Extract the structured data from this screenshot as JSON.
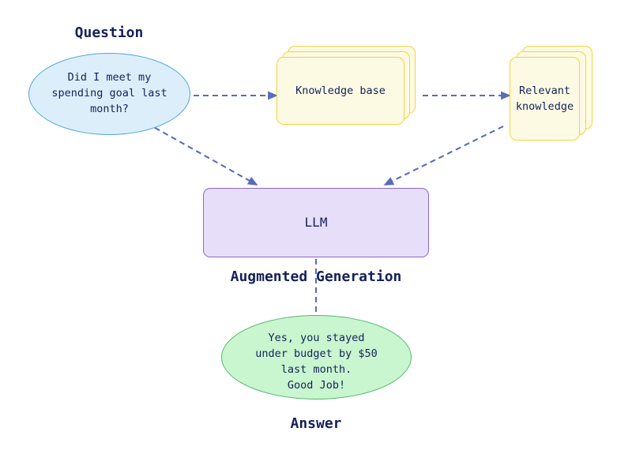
{
  "diagram": {
    "title": "Retrieval Augmented Generation flow",
    "background_color": "#ffffff",
    "text_color": "#14215a",
    "edge_color": "#5a6bbd"
  },
  "captions": {
    "question": "Question",
    "augmented_generation": "Augmented Generation",
    "answer": "Answer"
  },
  "nodes": {
    "question": {
      "label": "Did I meet my\nspending goal last\nmonth?",
      "shape": "ellipse",
      "fill": "#ddeefb",
      "stroke": "#4ea3e0"
    },
    "knowledge_base": {
      "label": "Knowledge base",
      "shape": "stacked-cards",
      "card_count": 3,
      "fill": "#fdfae4",
      "stroke": "#f2d43f"
    },
    "relevant_knowledge": {
      "label": "Relevant\nknowledge",
      "shape": "stacked-cards",
      "card_count": 3,
      "fill": "#fdfae4",
      "stroke": "#f2d43f"
    },
    "llm": {
      "label": "LLM",
      "shape": "rounded-rect",
      "fill": "#e7dffa",
      "stroke": "#8a66cf"
    },
    "answer": {
      "label": "Yes, you stayed\nunder budget by $50\nlast month.\nGood Job!",
      "shape": "ellipse",
      "fill": "#c9f5cf",
      "stroke": "#56b870"
    }
  },
  "edges": [
    {
      "id": "question-to-knowledge-base",
      "from": "question",
      "to": "knowledge_base",
      "style": "dashed",
      "arrow": "end"
    },
    {
      "id": "knowledge-base-to-relevant",
      "from": "knowledge_base",
      "to": "relevant_knowledge",
      "style": "dashed",
      "arrow": "end"
    },
    {
      "id": "question-to-llm",
      "from": "question",
      "to": "llm",
      "style": "dashed",
      "arrow": "end"
    },
    {
      "id": "relevant-knowledge-to-llm",
      "from": "relevant_knowledge",
      "to": "llm",
      "style": "dashed",
      "arrow": "end"
    },
    {
      "id": "llm-to-answer",
      "from": "llm",
      "to": "answer",
      "style": "dashed",
      "arrow": "end",
      "label": "Augmented Generation"
    }
  ]
}
